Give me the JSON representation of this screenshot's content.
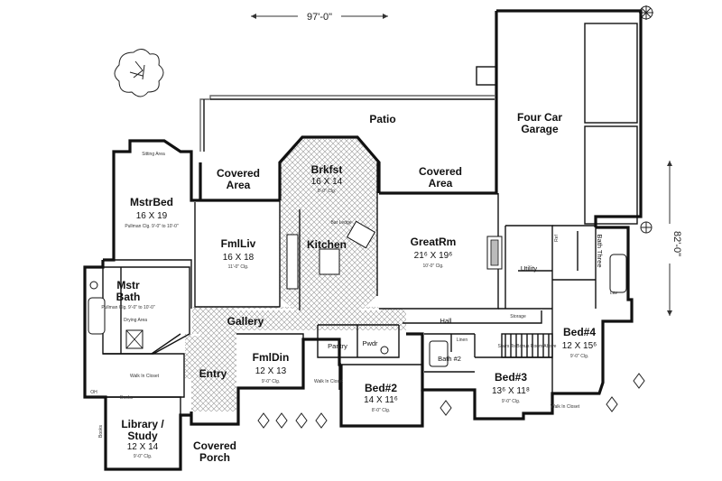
{
  "dimensions": {
    "width_label": "97'-0\"",
    "depth_label": "82'-0\""
  },
  "rooms": {
    "patio": {
      "name": "Patio"
    },
    "garage": {
      "name_line1": "Four Car",
      "name_line2": "Garage"
    },
    "brkfst": {
      "name": "Brkfst",
      "size": "16 X 14",
      "ceiling": "8'-0\" Clg."
    },
    "covered_area_left": {
      "name_line1": "Covered",
      "name_line2": "Area"
    },
    "covered_area_right": {
      "name_line1": "Covered",
      "name_line2": "Area"
    },
    "mstr_bed": {
      "name": "MstrBed",
      "size": "16 X 19",
      "ceiling": "Pullman Clg. 9'-0\" to 10'-0\""
    },
    "sitting_area": {
      "name": "Sitting Area"
    },
    "fml_liv": {
      "name": "FmlLiv",
      "size": "16 X 18",
      "ceiling": "11'-0\" Clg."
    },
    "kitchen": {
      "name": "Kitchen",
      "island": "Bar Ledge"
    },
    "great_rm": {
      "name": "GreatRm",
      "size": "21⁶ X 19⁶",
      "ceiling": "10'-0\" Clg."
    },
    "utility": {
      "name": "Utility"
    },
    "bath_three": {
      "name": "Bath Three"
    },
    "mstr_bath": {
      "name_line1": "Mstr",
      "name_line2": "Bath",
      "ceiling": "Pullman Clg. 9'-0\" to 10'-0\""
    },
    "drying_area": {
      "name": "Drying Area"
    },
    "gallery": {
      "name": "Gallery"
    },
    "hall": {
      "name": "Hall"
    },
    "storage": {
      "name": "Storage"
    },
    "bed4": {
      "name": "Bed#4",
      "size": "12 X 15⁶",
      "ceiling": "9'-0\" Clg."
    },
    "fml_din": {
      "name": "FmlDin",
      "size": "12 X 13",
      "ceiling": "9'-0\" Clg."
    },
    "pantry": {
      "name": "Pantry"
    },
    "pwdr": {
      "name": "Pwdr"
    },
    "linen": {
      "name": "Linen"
    },
    "bath2": {
      "name": "Bath #2"
    },
    "stairs": {
      "name": "Stairs To Bonus Room Above"
    },
    "walk_in_closet_master": {
      "name": "Walk In Closet"
    },
    "entry": {
      "name": "Entry"
    },
    "bed2": {
      "name": "Bed#2",
      "size": "14 X 11⁶",
      "ceiling": "8'-0\" Clg."
    },
    "bed3": {
      "name": "Bed#3",
      "size": "13⁶ X 11⁸",
      "ceiling": "9'-0\" Clg."
    },
    "walk_in_closet_bed2": {
      "name": "Walk In Closet"
    },
    "walk_in_closet_bed3": {
      "name": "Walk In Closet"
    },
    "books_1": {
      "name": "Books"
    },
    "books_2": {
      "name": "Books"
    },
    "library": {
      "name_line1": "Library /",
      "name_line2": "Study",
      "size": "12 X 14",
      "ceiling": "9'-0\" Clg."
    },
    "covered_porch": {
      "name_line1": "Covered",
      "name_line2": "Porch"
    },
    "lav": {
      "name": "Lav"
    },
    "ref": {
      "name": "Ref"
    },
    "oh": {
      "name": "OH"
    }
  }
}
